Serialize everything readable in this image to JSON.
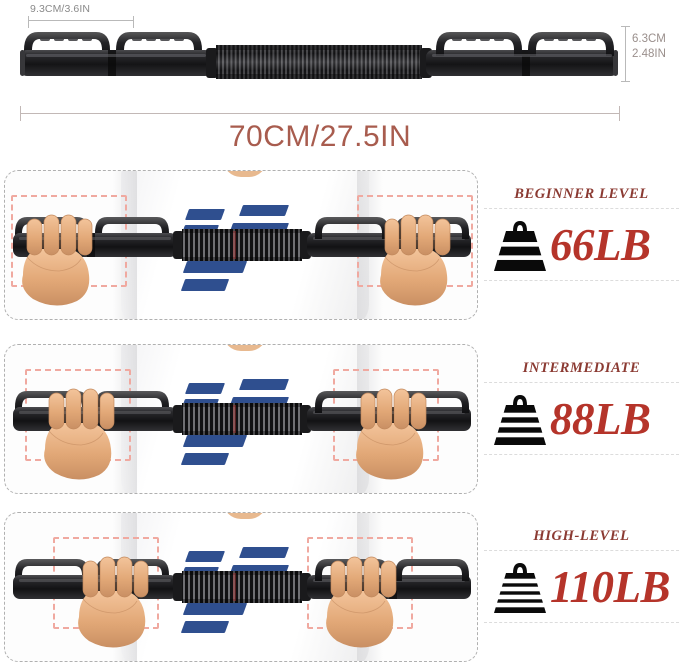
{
  "product": {
    "name": "power-twister-bar",
    "colors": {
      "accent_red": "#b5342a",
      "title_red": "#8b3a32",
      "dimension_red": "#a85c4e",
      "dimension_gray": "#8a8a8a",
      "panel_border": "#b0b0b0",
      "grip_box_pink": "#f0a9a0",
      "bar_black": "#1d1d1f",
      "logo_blue": "#2f4f8f"
    }
  },
  "specs": {
    "grip_width": "9.3CM/3.6IN",
    "height_cm": "6.3CM",
    "height_in": "2.48IN",
    "total_length": "70CM/27.5IN"
  },
  "levels": [
    {
      "id": "beginner",
      "title": "BEGINNER LEVEL",
      "weight": "66LB",
      "icon": "weight-plate-icon",
      "bands": 2,
      "grip_position": "outer"
    },
    {
      "id": "intermediate",
      "title": "INTERMEDIATE",
      "weight": "88LB",
      "icon": "weight-plate-icon",
      "bands": 3,
      "grip_position": "middle"
    },
    {
      "id": "high",
      "title": "HIGH-LEVEL",
      "weight": "110LB",
      "icon": "weight-plate-icon",
      "bands": 4,
      "grip_position": "inner"
    }
  ]
}
